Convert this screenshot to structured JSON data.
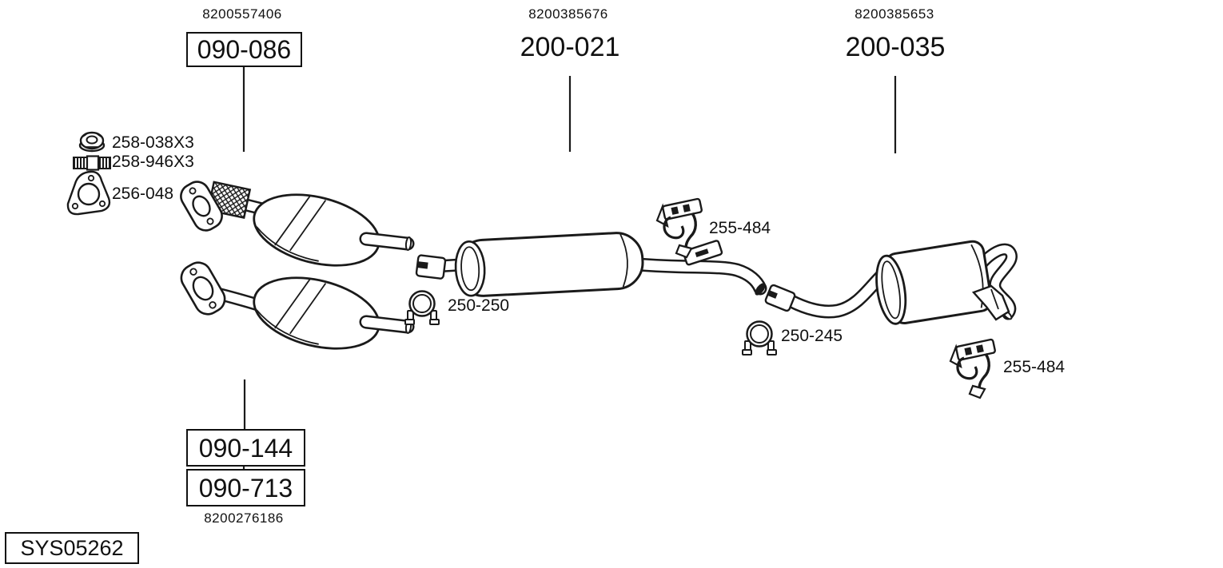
{
  "system_code": "SYS05262",
  "assemblies": {
    "front_catalyst": {
      "oe_ref": "8200557406",
      "part_no": "090-086",
      "boxed": true
    },
    "center_muffler": {
      "oe_ref": "8200385676",
      "part_no": "200-021",
      "boxed": false
    },
    "rear_muffler": {
      "oe_ref": "8200385653",
      "part_no": "200-035",
      "boxed": false
    },
    "lower_catalyst": {
      "oe_ref": "8200276186",
      "part_no_primary": "090-144",
      "part_no_alt": "090-713",
      "boxed": true
    }
  },
  "mounting_parts": {
    "flange_nut": {
      "part_no": "258-038X3",
      "icon": "flange-nut-icon"
    },
    "stud_bolt": {
      "part_no": "258-946X3",
      "icon": "stud-bolt-icon"
    },
    "gasket": {
      "part_no": "256-048",
      "icon": "gasket-icon"
    },
    "clamp_center": {
      "part_no": "250-250",
      "icon": "pipe-clamp-icon"
    },
    "hanger_center": {
      "part_no": "255-484",
      "icon": "rubber-hanger-icon"
    },
    "clamp_rear": {
      "part_no": "250-245",
      "icon": "pipe-clamp-icon"
    },
    "hanger_rear": {
      "part_no": "255-484",
      "icon": "rubber-hanger-icon"
    }
  },
  "colors": {
    "line": "#1a1a1a",
    "background": "#ffffff"
  }
}
